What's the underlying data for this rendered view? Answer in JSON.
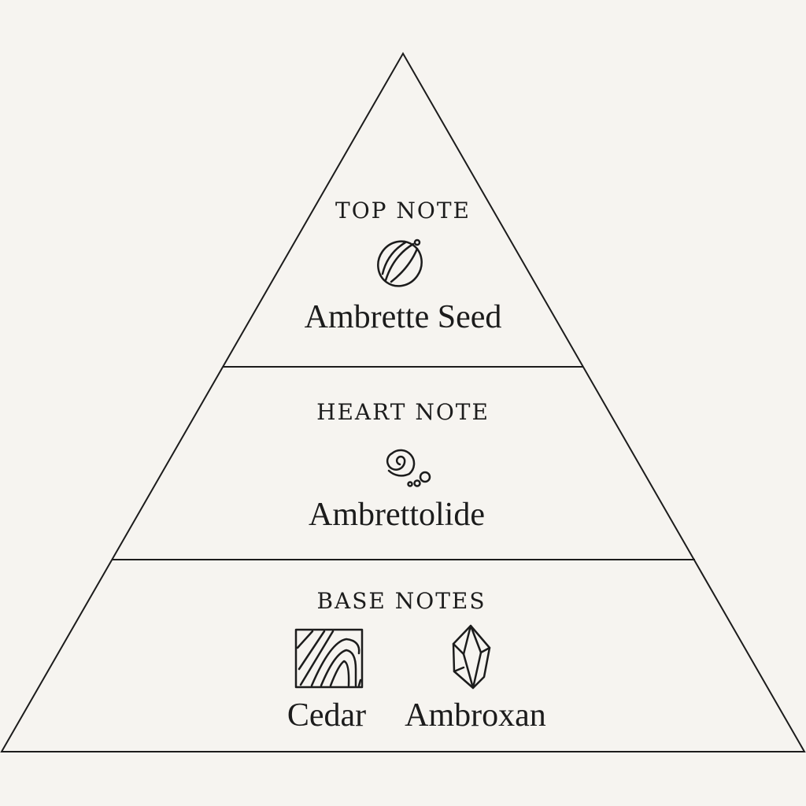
{
  "title": "Fragrance note pyramid",
  "tiers": [
    {
      "label": "TOP NOTE",
      "notes": [
        {
          "name": "Ambrette Seed",
          "icon": "seed-icon"
        }
      ]
    },
    {
      "label": "HEART NOTE",
      "notes": [
        {
          "name": "Ambrettolide",
          "icon": "spiral-icon"
        }
      ]
    },
    {
      "label": "BASE NOTES",
      "notes": [
        {
          "name": "Cedar",
          "icon": "wood-grain-icon"
        },
        {
          "name": "Ambroxan",
          "icon": "crystal-icon"
        }
      ]
    }
  ]
}
